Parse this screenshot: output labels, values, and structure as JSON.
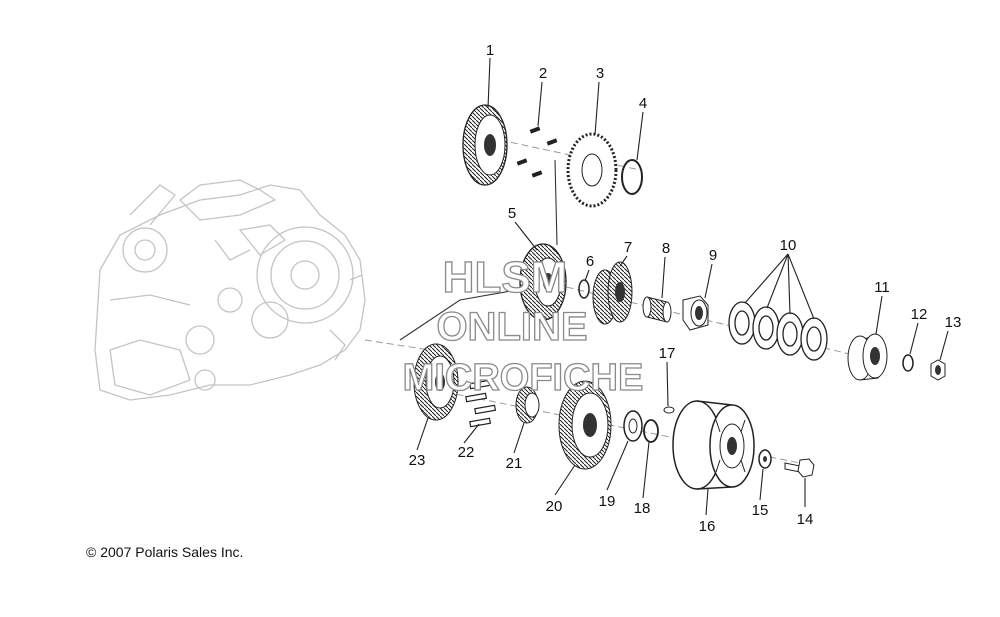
{
  "parts": [
    {
      "number": "1"
    },
    {
      "number": "2"
    },
    {
      "number": "3"
    },
    {
      "number": "4"
    },
    {
      "number": "5"
    },
    {
      "number": "6"
    },
    {
      "number": "7"
    },
    {
      "number": "8"
    },
    {
      "number": "9"
    },
    {
      "number": "10"
    },
    {
      "number": "11"
    },
    {
      "number": "12"
    },
    {
      "number": "13"
    },
    {
      "number": "14"
    },
    {
      "number": "15"
    },
    {
      "number": "16"
    },
    {
      "number": "17"
    },
    {
      "number": "18"
    },
    {
      "number": "19"
    },
    {
      "number": "20"
    },
    {
      "number": "21"
    },
    {
      "number": "22"
    },
    {
      "number": "23"
    }
  ],
  "watermark": {
    "line1": "HLSM",
    "line2": "ONLINE",
    "line3": "MICROFICHE"
  },
  "copyright": "© 2007 Polaris Sales Inc."
}
